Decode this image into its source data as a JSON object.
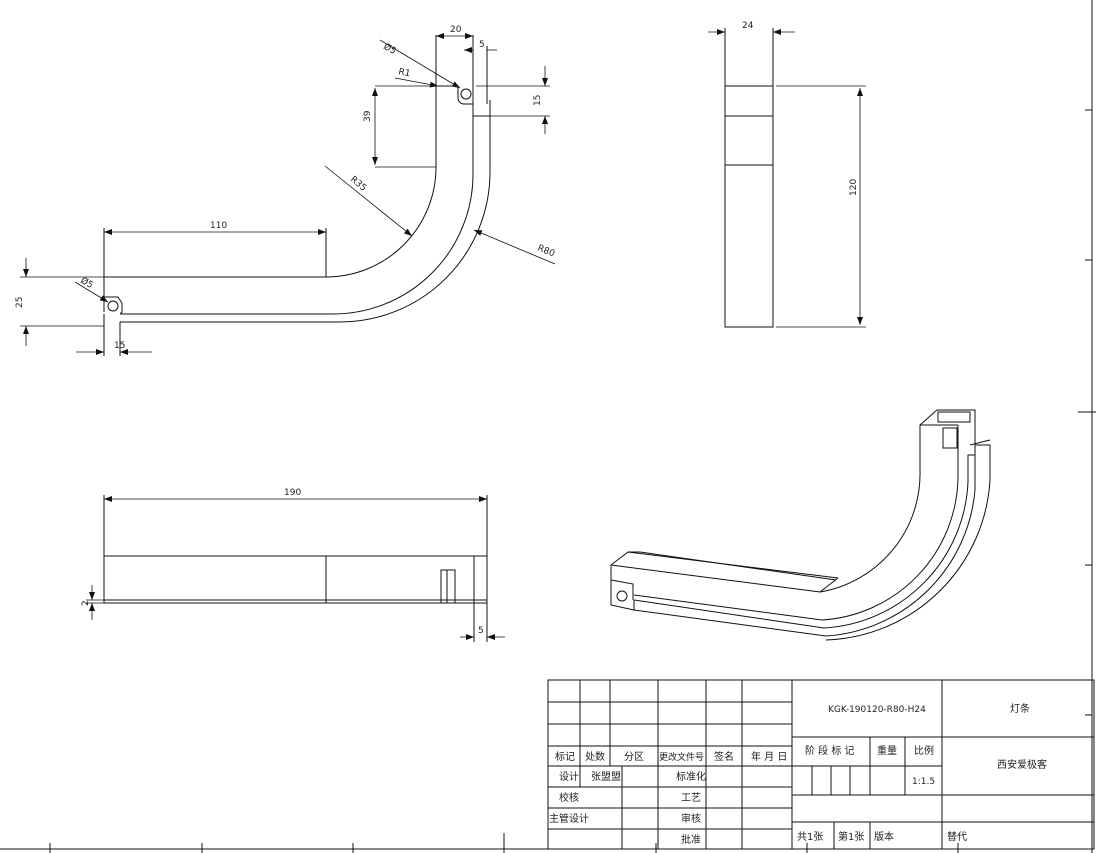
{
  "dimensions": {
    "dia_top": "Ø5",
    "r1": "R1",
    "w20": "20",
    "w5_top": "5",
    "h39": "39",
    "h15": "15",
    "r35": "R35",
    "r80": "R80",
    "len110": "110",
    "dia_left": "Ø5",
    "h25": "25",
    "w15": "15",
    "w24": "24",
    "h120": "120",
    "len190": "190",
    "h2": "2",
    "w5_bottom": "5"
  },
  "title_block": {
    "drawing_number": "KGK-190120-R80-H24",
    "part_name": "灯条",
    "company": "西安爱极客",
    "scale": "1:1.5",
    "row_headers": [
      "标记",
      "处数",
      "分区",
      "更改文件号",
      "签名",
      "年 月 日"
    ],
    "stage_mark": "阶 段 标 记",
    "weight": "重量",
    "ratio": "比例",
    "design_label": "设计",
    "designer": "张盟盟",
    "standardization": "标准化",
    "check": "校核",
    "process": "工艺",
    "chief_designer": "主管设计",
    "review": "审核",
    "approve": "批准",
    "total_sheets": "共1张",
    "sheet_no": "第1张",
    "version": "版本",
    "replace": "替代"
  }
}
